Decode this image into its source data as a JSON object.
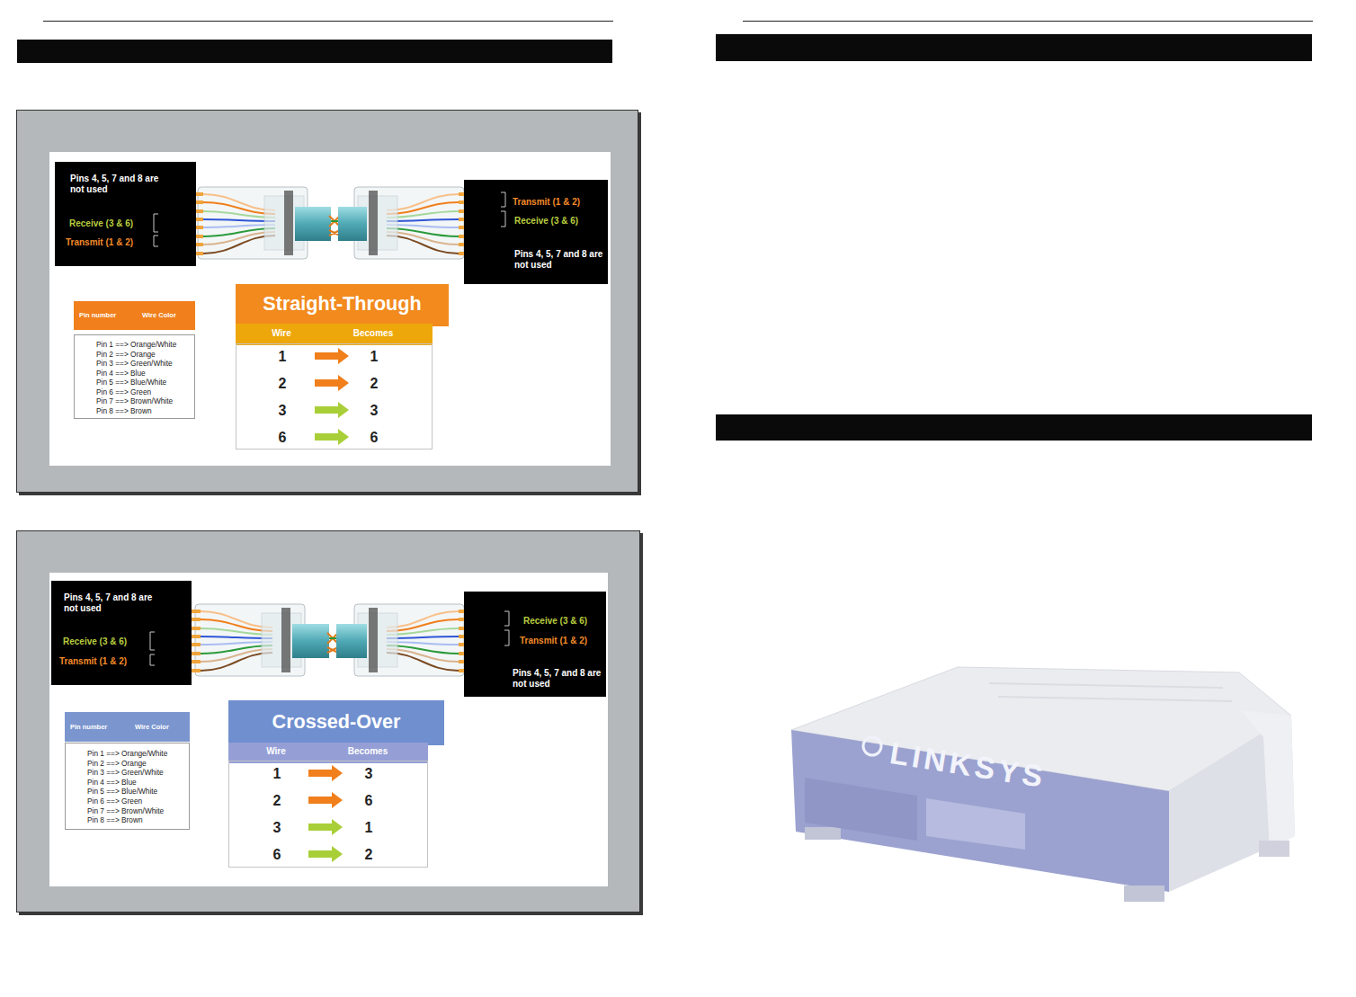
{
  "diagram": {
    "nodes": [
      {
        "text": [
          "Pins 4, 5, 7 and 8 are not used",
          "Receive (3 & 6)",
          "Transmit (1 & 2)"
        ]
      },
      {
        "text": [
          "Transmit (1 & 2)",
          "Receive (3 & 6)",
          "Pins 4, 5, 7 and 8 are not used"
        ]
      },
      {
        "text": [
          "Pin number",
          "Wire Color"
        ]
      },
      {
        "text": [
          "Pin 1 ==> Orange/White",
          "Pin 2 ==> Orange",
          "Pin 3 ==> Green/White",
          "Pin 4 ==> Blue",
          "Pin 5 ==> Blue/White",
          "Pin 6 ==> Green",
          "Pin 7 ==> Brown/White",
          "Pin 8 ==> Brown"
        ]
      },
      {
        "text": [
          "Straight-Through"
        ]
      },
      {
        "text": [
          "Wire",
          "Becomes"
        ]
      },
      {
        "text": [
          "1",
          "1",
          "2",
          "2",
          "3",
          "3",
          "6",
          "6"
        ]
      },
      {
        "text": [
          "Pins 4, 5, 7 and 8 are not used",
          "Receive (3 & 6)",
          "Transmit (1 & 2)"
        ]
      },
      {
        "text": [
          "Receive (3 & 6)",
          "Transmit (1 & 2)",
          "Pins 4, 5, 7 and 8 are not used"
        ]
      },
      {
        "text": [
          "Pin number",
          "Wire Color"
        ]
      },
      {
        "text": [
          "Pin 1 ==> Orange/White",
          "Pin 2 ==> Orange",
          "Pin 3 ==> Green/White",
          "Pin 4 ==> Blue",
          "Pin 5 ==> Blue/White",
          "Pin 6 ==> Green",
          "Pin 7 ==> Brown/White",
          "Pin 8 ==> Brown"
        ]
      },
      {
        "text": [
          "Crossed-Over"
        ]
      },
      {
        "text": [
          "Wire",
          "Becomes"
        ]
      },
      {
        "text": [
          "1",
          "3",
          "2",
          "6",
          "3",
          "1",
          "6",
          "2"
        ]
      }
    ],
    "labels": [
      "LINKSYS"
    ]
  }
}
